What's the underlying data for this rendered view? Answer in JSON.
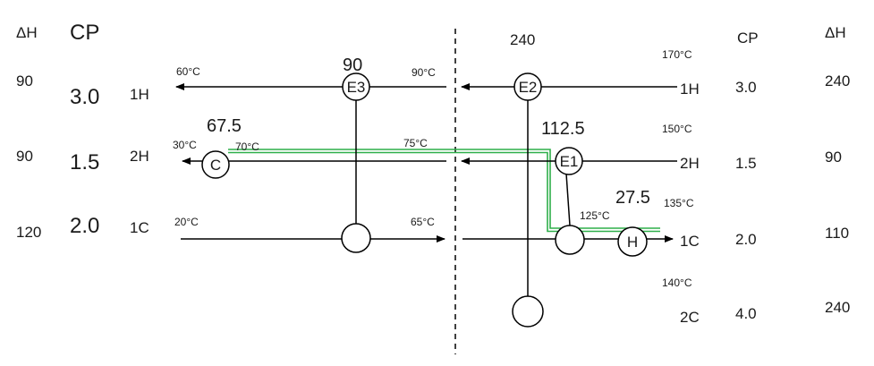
{
  "left_headers": {
    "dh": "ΔH",
    "cp": "CP"
  },
  "right_headers": {
    "cp": "CP",
    "dh": "ΔH"
  },
  "left_rows": [
    {
      "dh": "90",
      "cp": "3.0",
      "stream": "1H"
    },
    {
      "dh": "90",
      "cp": "1.5",
      "stream": "2H"
    },
    {
      "dh": "120",
      "cp": "2.0",
      "stream": "1C"
    }
  ],
  "right_rows": [
    {
      "stream": "1H",
      "cp": "3.0",
      "dh": "240"
    },
    {
      "stream": "2H",
      "cp": "1.5",
      "dh": "90"
    },
    {
      "stream": "1C",
      "cp": "2.0",
      "dh": "110"
    },
    {
      "stream": "2C",
      "cp": "4.0",
      "dh": "240"
    }
  ],
  "temperatures": {
    "h1_left_out": "60°C",
    "h1_left_in": "90°C",
    "h1_right_in": "170°C",
    "h2_left_out": "30°C",
    "h2_left_mid": "70°C",
    "h2_left_in": "75°C",
    "h2_right_in": "150°C",
    "c1_left_in": "20°C",
    "c1_left_out": "65°C",
    "c1_right_mid": "125°C",
    "c1_right_out": "135°C",
    "c2_right_out": "140°C"
  },
  "exchangers": {
    "e1": {
      "label": "E1",
      "duty": "112.5"
    },
    "e2": {
      "label": "E2",
      "duty": "240"
    },
    "e3": {
      "label": "E3",
      "duty": "90"
    },
    "cooler": {
      "label": "C",
      "duty": "67.5"
    },
    "heater": {
      "label": "H",
      "duty": "27.5"
    }
  },
  "colors": {
    "line": "#000000",
    "loop_highlight": "#2eaf4a"
  }
}
